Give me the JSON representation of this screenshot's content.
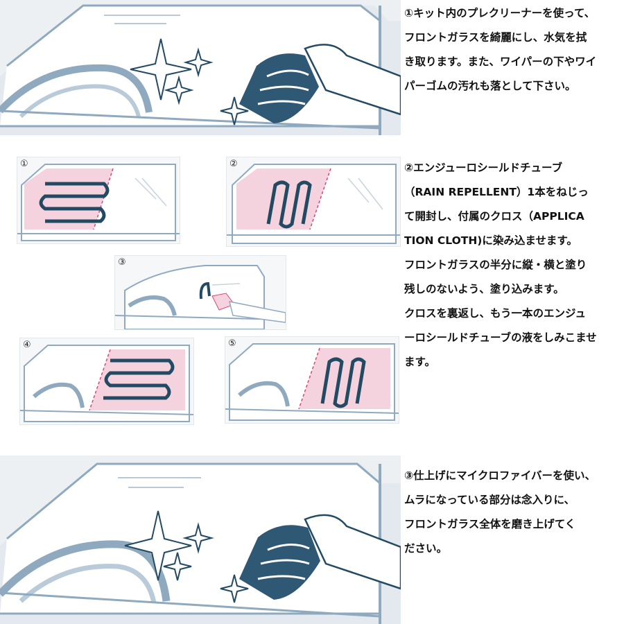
{
  "steps": [
    {
      "lines": [
        "①キット内のプレクリーナーを使って、",
        "フロントガラスを綺麗にし、水気を拭",
        "き取ります。また、ワイパーの下やワイ",
        "パーゴムの汚れも落として下さい。"
      ]
    },
    {
      "lines": [
        "②エンジューロシールドチューブ",
        "（RAIN REPELLENT）1本をねじっ",
        "て開封し、付属のクロス（APPLICA",
        "TION CLOTH)に染み込ませます。",
        "フロントガラスの半分に縦・横と塗り",
        "残しのないよう、塗り込みます。",
        "クロスを裏返し、もう一本のエンジュ",
        "ーロシールドチューブの液をしみこませ",
        "ます。"
      ]
    },
    {
      "lines": [
        "③仕上げにマイクロファイバーを使い、",
        "ムラになっている部分は念入りに、",
        "フロントガラス全体を磨き上げてく",
        "ださい。"
      ]
    }
  ],
  "diagram_labels": [
    "①",
    "②",
    "③",
    "④",
    "⑤"
  ],
  "colors": {
    "car_line": "#8fa9bf",
    "car_fill": "#dfe7ee",
    "accent": "#234a63",
    "pink": "#f4d3de",
    "pink_line": "#d9457a"
  }
}
